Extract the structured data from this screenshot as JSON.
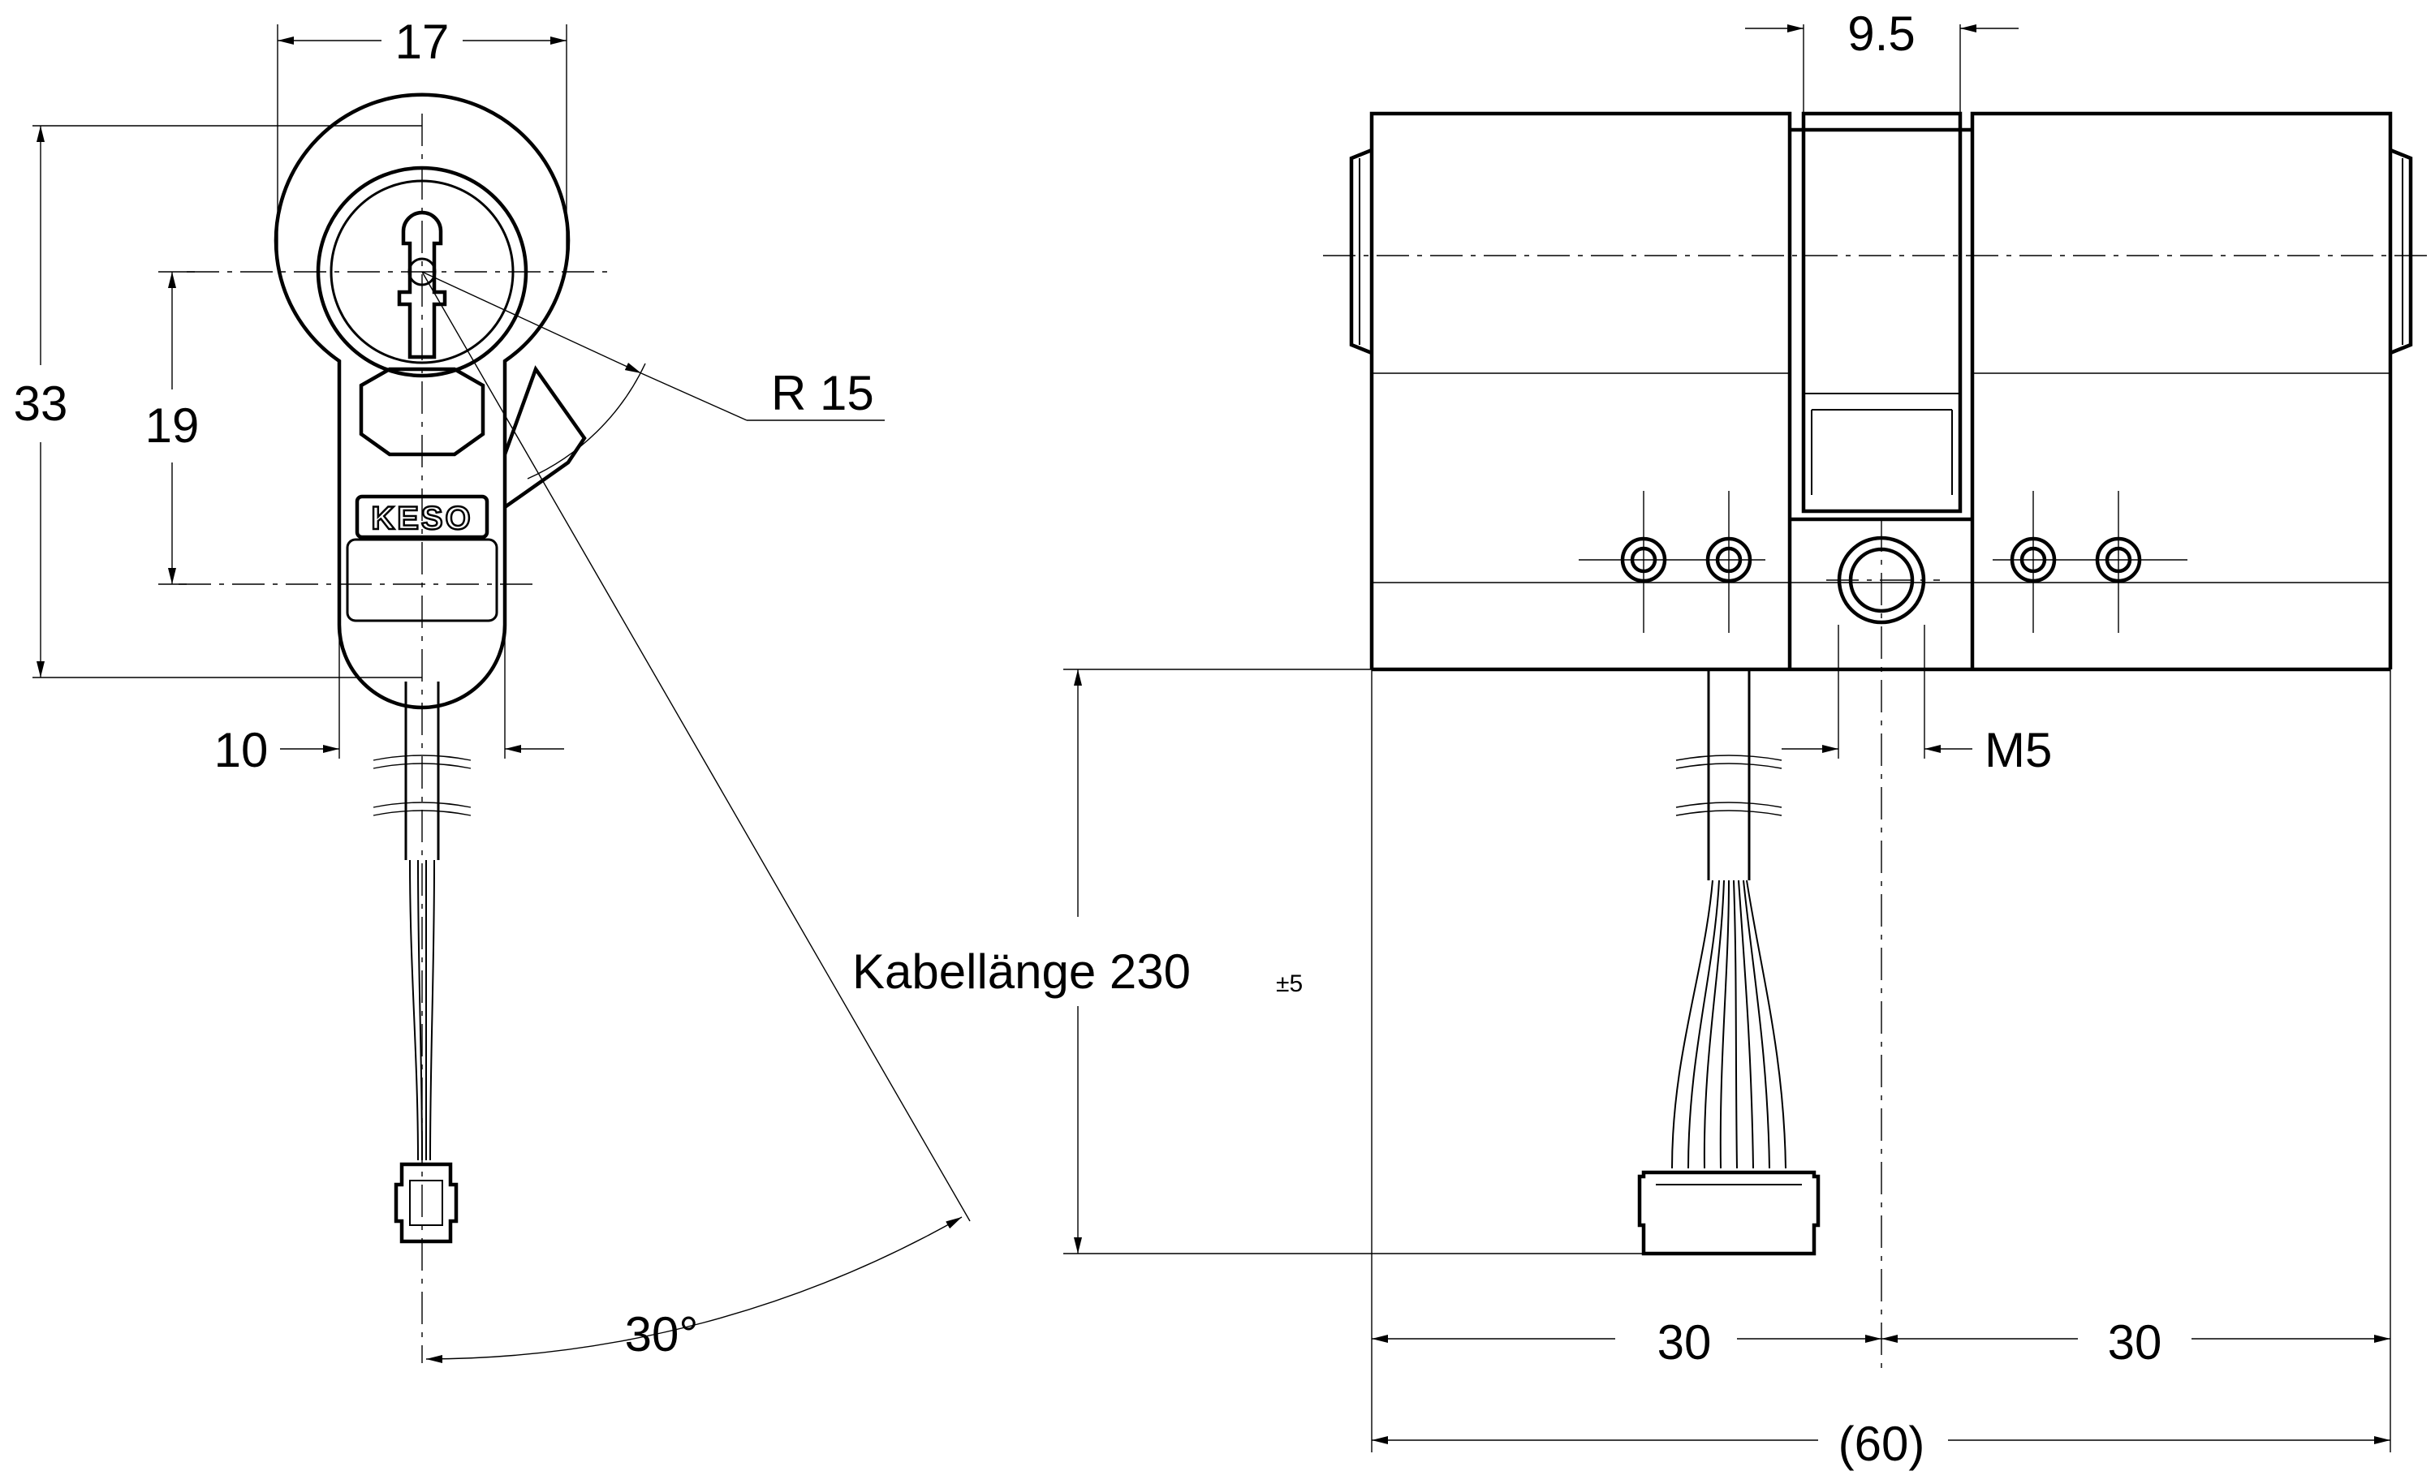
{
  "drawing": {
    "front_view": {
      "width_dim": "17",
      "height_dim": "33",
      "center_dim": "19",
      "body_width_dim": "10",
      "radius_dim": "R 15",
      "angle_dim": "30°",
      "brand_logo": "KESO"
    },
    "side_view": {
      "cam_width_dim": "9.5",
      "thread_dim": "M5",
      "cable_length_label": "Kabellänge 230",
      "cable_tolerance": "±5",
      "left_length_dim": "30",
      "right_length_dim": "30",
      "total_length_dim": "(60)"
    }
  }
}
